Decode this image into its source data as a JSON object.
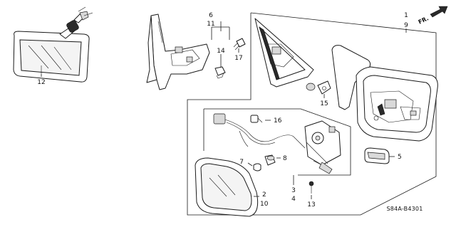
{
  "diagram": {
    "labels": {
      "p1": "1",
      "p9": "9",
      "p6": "6",
      "p11": "11",
      "p14": "14",
      "p17": "17",
      "p15": "15",
      "p16": "16",
      "p12": "12",
      "p7": "7",
      "p8": "8",
      "p5": "5",
      "p2": "2",
      "p10": "10",
      "p3": "3",
      "p4": "4",
      "p13": "13"
    },
    "direction_text": "FR.",
    "diagram_code": "S84A-B4301"
  }
}
